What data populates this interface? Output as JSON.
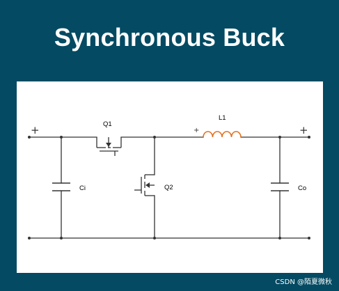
{
  "title": "Synchronous Buck",
  "labels": {
    "q1": "Q1",
    "q2": "Q2",
    "l1": "L1",
    "ci": "Ci",
    "co": "Co",
    "input_plus": "+",
    "output_plus": "+",
    "inductor_plus": "+"
  },
  "watermark": "CSDN @陌夏微秋",
  "colors": {
    "background": "#034a62",
    "panel": "#ffffff",
    "wire": "#333333",
    "inductor": "#e07020"
  }
}
